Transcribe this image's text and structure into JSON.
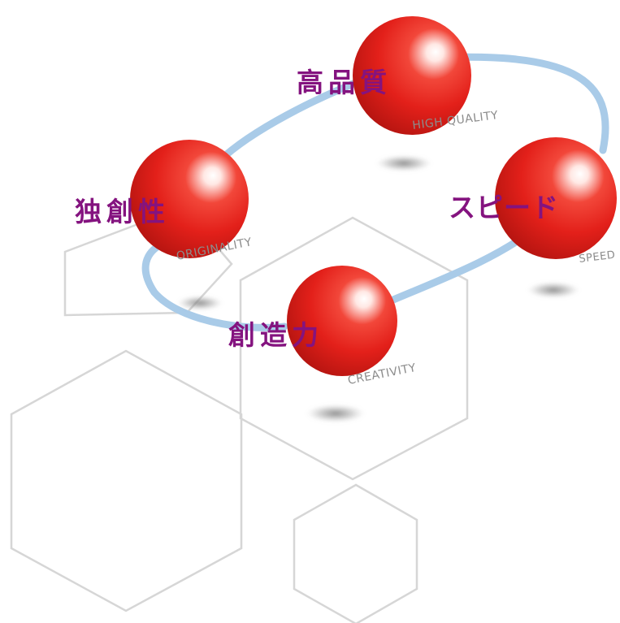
{
  "nodes": [
    {
      "id": "high-quality",
      "label_jp": "高品質",
      "label_en": "HIGH QUALITY"
    },
    {
      "id": "speed",
      "label_jp": "スピード",
      "label_en": "SPEED"
    },
    {
      "id": "creativity",
      "label_jp": "創造力",
      "label_en": "CREATIVITY"
    },
    {
      "id": "originality",
      "label_jp": "独創性",
      "label_en": "ORIGINALITY"
    }
  ],
  "colors": {
    "sphere": "#e8221c",
    "sphere_highlight": "#ffffff",
    "ring": "#a9cbe8",
    "jp_text": "#84137f",
    "en_text": "#8c8c8c",
    "hexagon_stroke": "#d6d6d6"
  }
}
